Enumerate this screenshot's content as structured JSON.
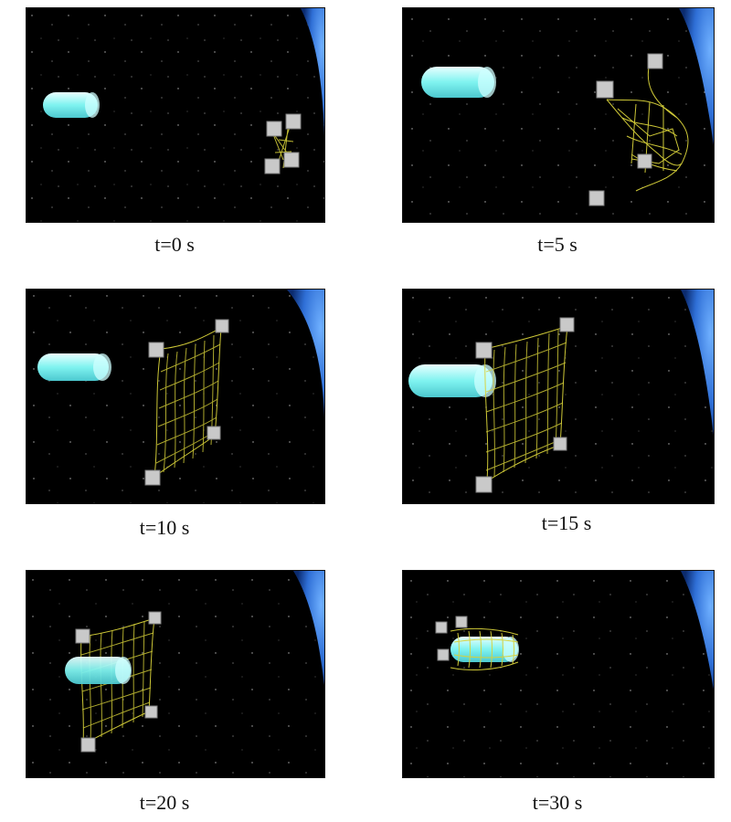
{
  "panels": [
    {
      "caption": "t=0 s"
    },
    {
      "caption": "t=5 s"
    },
    {
      "caption": "t=10 s"
    },
    {
      "caption": "t=15 s"
    },
    {
      "caption": "t=20 s"
    },
    {
      "caption": "t=30 s"
    }
  ],
  "colors": {
    "space": "#000000",
    "earth": "#2f6fd6",
    "target_cylinder": "#7ff3f0",
    "net": "#d8d23a",
    "satellite": "#c9c9c9"
  }
}
